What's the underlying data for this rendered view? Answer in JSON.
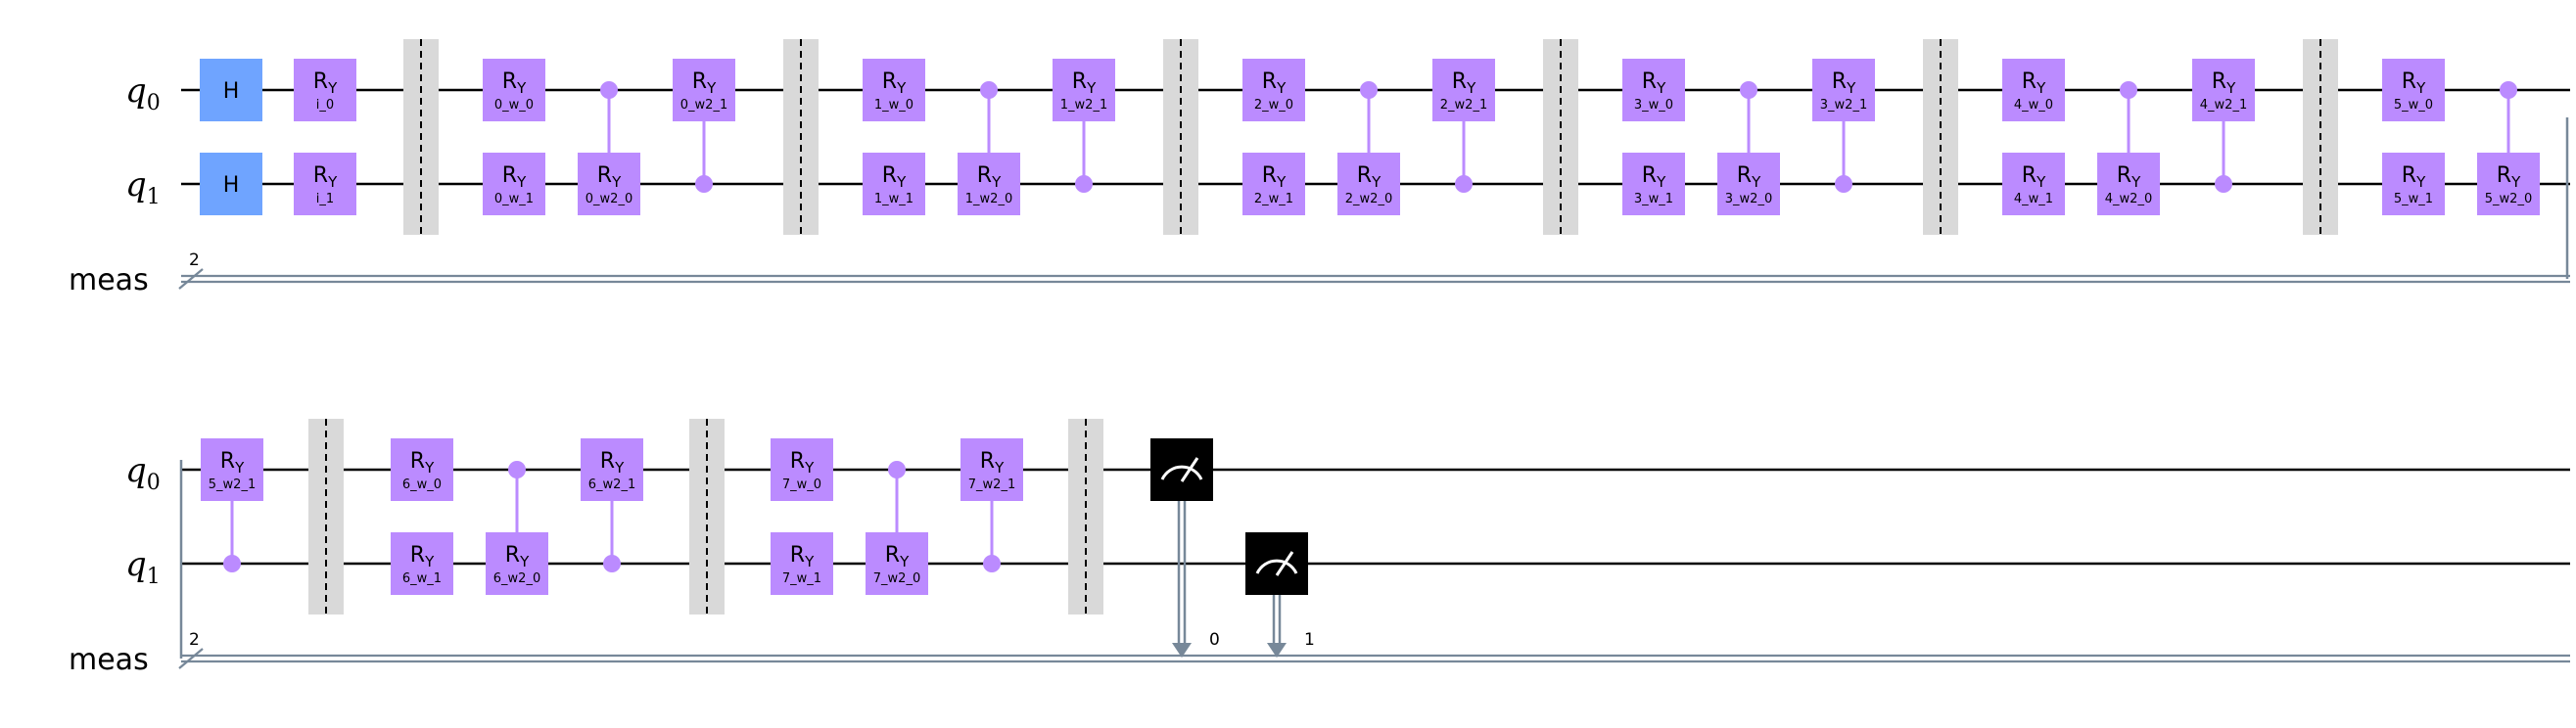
{
  "wires": {
    "quantum": [
      {
        "name": "q",
        "index": "0"
      },
      {
        "name": "q",
        "index": "1"
      }
    ],
    "classical": {
      "name": "meas",
      "width_label": "2"
    }
  },
  "colors": {
    "h_gate": "#6fa4ff",
    "ry_gate": "#bb8bff",
    "barrier": "#d9d9d9",
    "measure": "#000000",
    "wire": "#000000",
    "classical_wire": "#778899"
  },
  "gate_label": {
    "main": "R",
    "sub": "Y",
    "h": "H"
  },
  "input_gates": {
    "h": [
      "H",
      "H"
    ],
    "ry": [
      "i_0",
      "i_1"
    ]
  },
  "layers": [
    {
      "w0": "0_w_0",
      "w1": "0_w_1",
      "w2_0": "0_w2_0",
      "w2_1": "0_w2_1"
    },
    {
      "w0": "1_w_0",
      "w1": "1_w_1",
      "w2_0": "1_w2_0",
      "w2_1": "1_w2_1"
    },
    {
      "w0": "2_w_0",
      "w1": "2_w_1",
      "w2_0": "2_w2_0",
      "w2_1": "2_w2_1"
    },
    {
      "w0": "3_w_0",
      "w1": "3_w_1",
      "w2_0": "3_w2_0",
      "w2_1": "3_w2_1"
    },
    {
      "w0": "4_w_0",
      "w1": "4_w_1",
      "w2_0": "4_w2_0",
      "w2_1": "4_w2_1"
    },
    {
      "w0": "5_w_0",
      "w1": "5_w_1",
      "w2_0": "5_w2_0",
      "w2_1": "5_w2_1"
    },
    {
      "w0": "6_w_0",
      "w1": "6_w_1",
      "w2_0": "6_w2_0",
      "w2_1": "6_w2_1"
    },
    {
      "w0": "7_w_0",
      "w1": "7_w_1",
      "w2_0": "7_w2_0",
      "w2_1": "7_w2_1"
    }
  ],
  "measurements": [
    {
      "qubit": 0,
      "clbit_label": "0"
    },
    {
      "qubit": 1,
      "clbit_label": "1"
    }
  ]
}
